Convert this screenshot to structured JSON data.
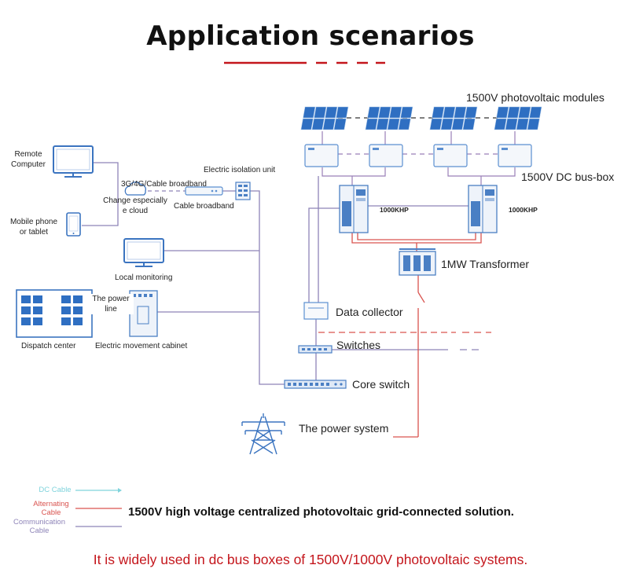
{
  "title": "Application scenarios",
  "colors": {
    "dc": "#7fd3dc",
    "ac": "#d9534f",
    "comm": "#8e84b8",
    "panel": "#2f6fc2",
    "equipment": "#5b8fd0",
    "accent": "#c4161c"
  },
  "labels": {
    "pv_modules": "1500V photovoltaic modules",
    "dc_busbox": "1500V DC bus-box",
    "khp_left": "1000KHP",
    "khp_right": "1000KHP",
    "transformer": "1MW Transformer",
    "data_collector": "Data collector",
    "switches": "Switches",
    "core_switch": "Core switch",
    "power_system": "The power system",
    "remote_computer": "Remote\nComputer",
    "mobile_phone": "Mobile phone\nor tablet",
    "broadband_top": "3G/4G/Cable broadband",
    "cloud_label": "Change especially\ne cloud",
    "cable_broadband": "Cable broadband",
    "isolation_unit": "Electric isolation unit",
    "local_monitoring": "Local monitoring",
    "power_line": "The power\nline",
    "dispatch_center": "Dispatch center",
    "movement_cabinet": "Electric movement cabinet"
  },
  "legend": [
    {
      "label": "DC Cable",
      "color": "#7fd3dc"
    },
    {
      "label": "Alternating\nCable",
      "color": "#d9534f"
    },
    {
      "label": "Communication\nCable",
      "color": "#8e84b8"
    }
  ],
  "solution_text": "1500V high voltage centralized photovoltaic grid-connected solution.",
  "footer_text": "It is widely used in dc bus boxes of 1500V/1000V photovoltaic systems.",
  "icons": [
    "solar-panel-icon",
    "bus-box-icon",
    "inverter-cabinet-icon",
    "transformer-icon",
    "data-collector-icon",
    "switch-icon",
    "core-switch-icon",
    "power-tower-icon",
    "monitor-icon",
    "phone-icon",
    "cloud-icon",
    "router-icon",
    "isolation-unit-icon",
    "dispatch-screen-icon",
    "cabinet-icon"
  ]
}
